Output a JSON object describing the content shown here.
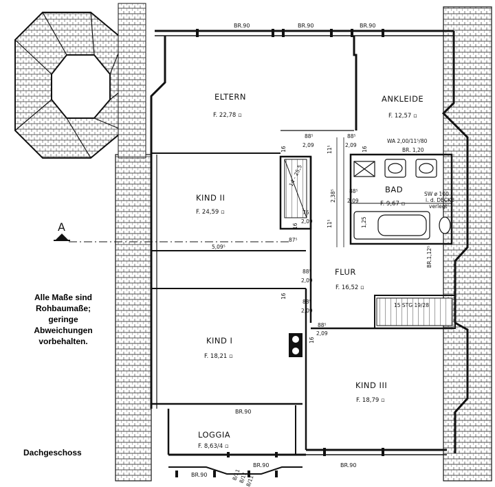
{
  "rooms": {
    "eltern": {
      "name": "ELTERN",
      "area": "F. 22,78 ▫"
    },
    "ankleide": {
      "name": "ANKLEIDE",
      "area": "F. 12,57 ▫"
    },
    "kind2": {
      "name": "KIND II",
      "area": "F. 24,59 ▫"
    },
    "bad": {
      "name": "BAD",
      "area": "F. 9,67 ▫"
    },
    "flur": {
      "name": "FLUR",
      "area": "F. 16,52 ▫"
    },
    "kind1": {
      "name": "KIND I",
      "area": "F. 18,21 ▫"
    },
    "kind3": {
      "name": "KIND III",
      "area": "F. 18,79 ▫"
    },
    "loggia": {
      "name": "LOGGIA",
      "area": "F. 8,63/4 ▫"
    }
  },
  "windows": {
    "w1": "BR.90",
    "w2": "BR.90",
    "w3": "BR.90",
    "w4": "BR.90",
    "w5": "BR.90",
    "w6": "BR.90",
    "w7": "BR.90"
  },
  "dims": {
    "d_eltern_door": "88⁵",
    "d_eltern_door_h": "2,09",
    "d_ank_door": "88⁵",
    "d_ank_door_h": "2,09",
    "d_bad_door": "88⁵",
    "d_bad_door_h": "2,09",
    "d_kind2_door": "76",
    "d_kind2_door_h": "2,09",
    "d_flur_door": "88⁵",
    "d_flur_door_h": "2,09",
    "d_kind1_door": "88⁵",
    "d_kind1_door_h": "2,09",
    "d_kind3_door": "88⁵",
    "d_kind3_door_h": "2,09",
    "d_wa": "WA 2,00/11⁵/80",
    "d_br120": "BR. 1,20",
    "d_238": "2,38⁵",
    "d_509": "5,09⁵",
    "d_875": "87⁵",
    "d_125": "1,25",
    "d_br112": "BR.1,12⁵",
    "d_stairs": "15 STG 19/28",
    "d_sw": "SW ø 100",
    "d_sw2": "i. d. DECKE",
    "d_sw3": "verlegt",
    "d_stair_small": "14 - 25,5",
    "d_11": "11⁵",
    "d_11b": "11⁵",
    "d_16a": "16",
    "d_16b": "16",
    "d_16c": "16",
    "d_16d": "16",
    "d_16e": "16",
    "d_811": "8/11",
    "d_811b": "8/11",
    "d_811c": "8/11"
  },
  "section_marker": "A",
  "note": [
    "Alle Maße sind",
    "Rohbaumaße;",
    "geringe",
    "Abweichungen",
    "vorbehalten."
  ],
  "floor_label": "Dachgeschoss"
}
